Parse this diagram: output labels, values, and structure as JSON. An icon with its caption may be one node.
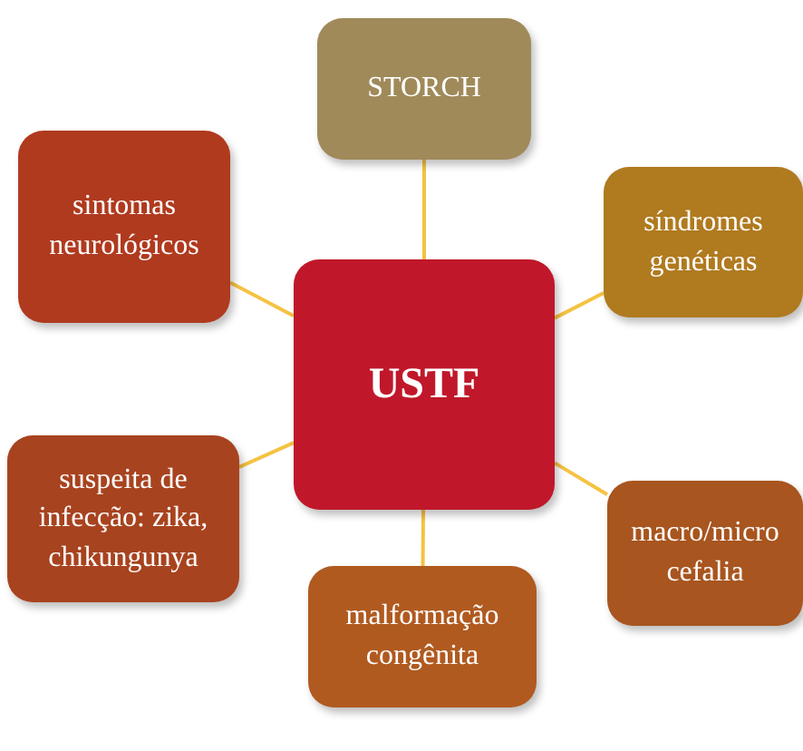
{
  "diagram": {
    "nodes": [
      {
        "text": [
          "STORCH"
        ]
      },
      {
        "text": [
          "sintomas neurológicos"
        ]
      },
      {
        "text": [
          "síndromes genéticas"
        ]
      },
      {
        "text": [
          "USTF"
        ]
      },
      {
        "text": [
          "suspeita de infecção: zika, chikungunya"
        ]
      },
      {
        "text": [
          "macro/micro cefalia"
        ]
      },
      {
        "text": [
          "malformação congênita"
        ]
      }
    ],
    "edges": [
      {
        "from": 3,
        "to": 0,
        "arrow": "none"
      },
      {
        "from": 3,
        "to": 1,
        "arrow": "none"
      },
      {
        "from": 3,
        "to": 2,
        "arrow": "none"
      },
      {
        "from": 3,
        "to": 4,
        "arrow": "none"
      },
      {
        "from": 3,
        "to": 5,
        "arrow": "none"
      },
      {
        "from": 3,
        "to": 6,
        "arrow": "none"
      }
    ]
  }
}
